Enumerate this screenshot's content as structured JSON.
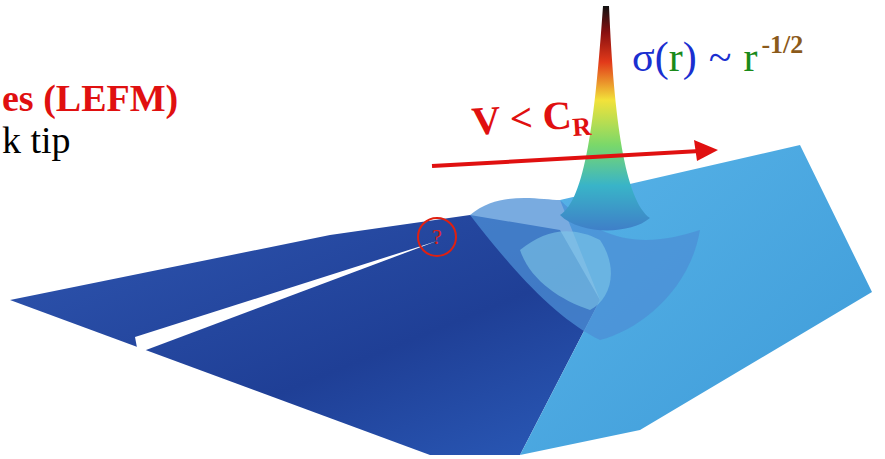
{
  "diagram": {
    "nodes": [
      {
        "text": [
          "?"
        ]
      }
    ],
    "labels": [
      "es (LEFM)",
      "k tip",
      "σ(",
      "r",
      ")",
      "~",
      "r",
      "-1/2",
      "V < C",
      "R"
    ]
  }
}
